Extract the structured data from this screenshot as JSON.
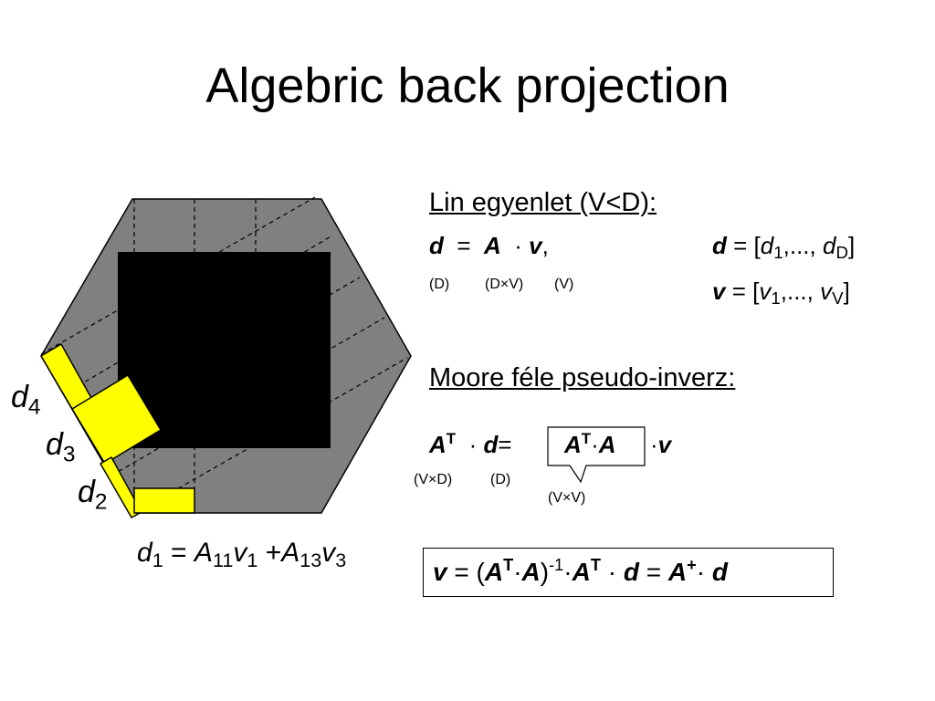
{
  "title": "Algebric back projection",
  "diagram": {
    "colors": {
      "hexagon": "#808080",
      "object": "#000000",
      "detector": "#ffff00",
      "lines": "#000000"
    },
    "detector_labels": [
      {
        "sym": "d",
        "sub": "4"
      },
      {
        "sym": "d",
        "sub": "3"
      },
      {
        "sym": "d",
        "sub": "2"
      }
    ],
    "equation": {
      "lhs": "d",
      "lhs_sub": "1",
      "eq": "=",
      "t1_sym": "A",
      "t1_sub": "11",
      "t1_var": "v",
      "t1_var_sub": "1",
      "plus": "+",
      "t2_sym": "A",
      "t2_sub": "13",
      "t2_var": "v",
      "t2_var_sub": "3"
    }
  },
  "lin": {
    "heading": "Lin egyenlet (V<D):",
    "eq": {
      "d": "d",
      "eq": "=",
      "A": "A",
      "dot": "·",
      "v": "v",
      "comma": ","
    },
    "dims": {
      "d": "(D)",
      "A": "(D×V)",
      "v": "(V)"
    },
    "def_d": {
      "sym": "d",
      "eq": "= [",
      "e1": "d",
      "e1_sub": "1",
      "mid": ",..., ",
      "e2": "d",
      "e2_sub": "D",
      "close": "]"
    },
    "def_v": {
      "sym": "v",
      "eq": "= [",
      "e1": "v",
      "e1_sub": "1",
      "mid": ",..., ",
      "e2": "v",
      "e2_sub": "V",
      "close": "]"
    }
  },
  "moore": {
    "heading": "Moore féle pseudo-inverz:",
    "eq": {
      "A": "A",
      "T": "T",
      "dot": "·",
      "d": "d",
      "eq": "=",
      "boxA1": "A",
      "boxT": "T",
      "boxdot": "·",
      "boxA2": "A",
      "dot2": "·",
      "v": "v"
    },
    "dims": {
      "left": "(V×D)",
      "mid": "(D)",
      "callout": "(V×V)"
    }
  },
  "result": {
    "v": "v",
    "eq": "= (",
    "A1": "A",
    "T1": "T",
    "dot1": "·",
    "A2": "A",
    "close": ")",
    "inv": "-1",
    "dot2": "·",
    "A3": "A",
    "T2": "T",
    "dot3": "·",
    "d1": "d",
    "eq2": "=",
    "A4": "A",
    "plus": "+",
    "dot4": "·",
    "d2": "d"
  }
}
